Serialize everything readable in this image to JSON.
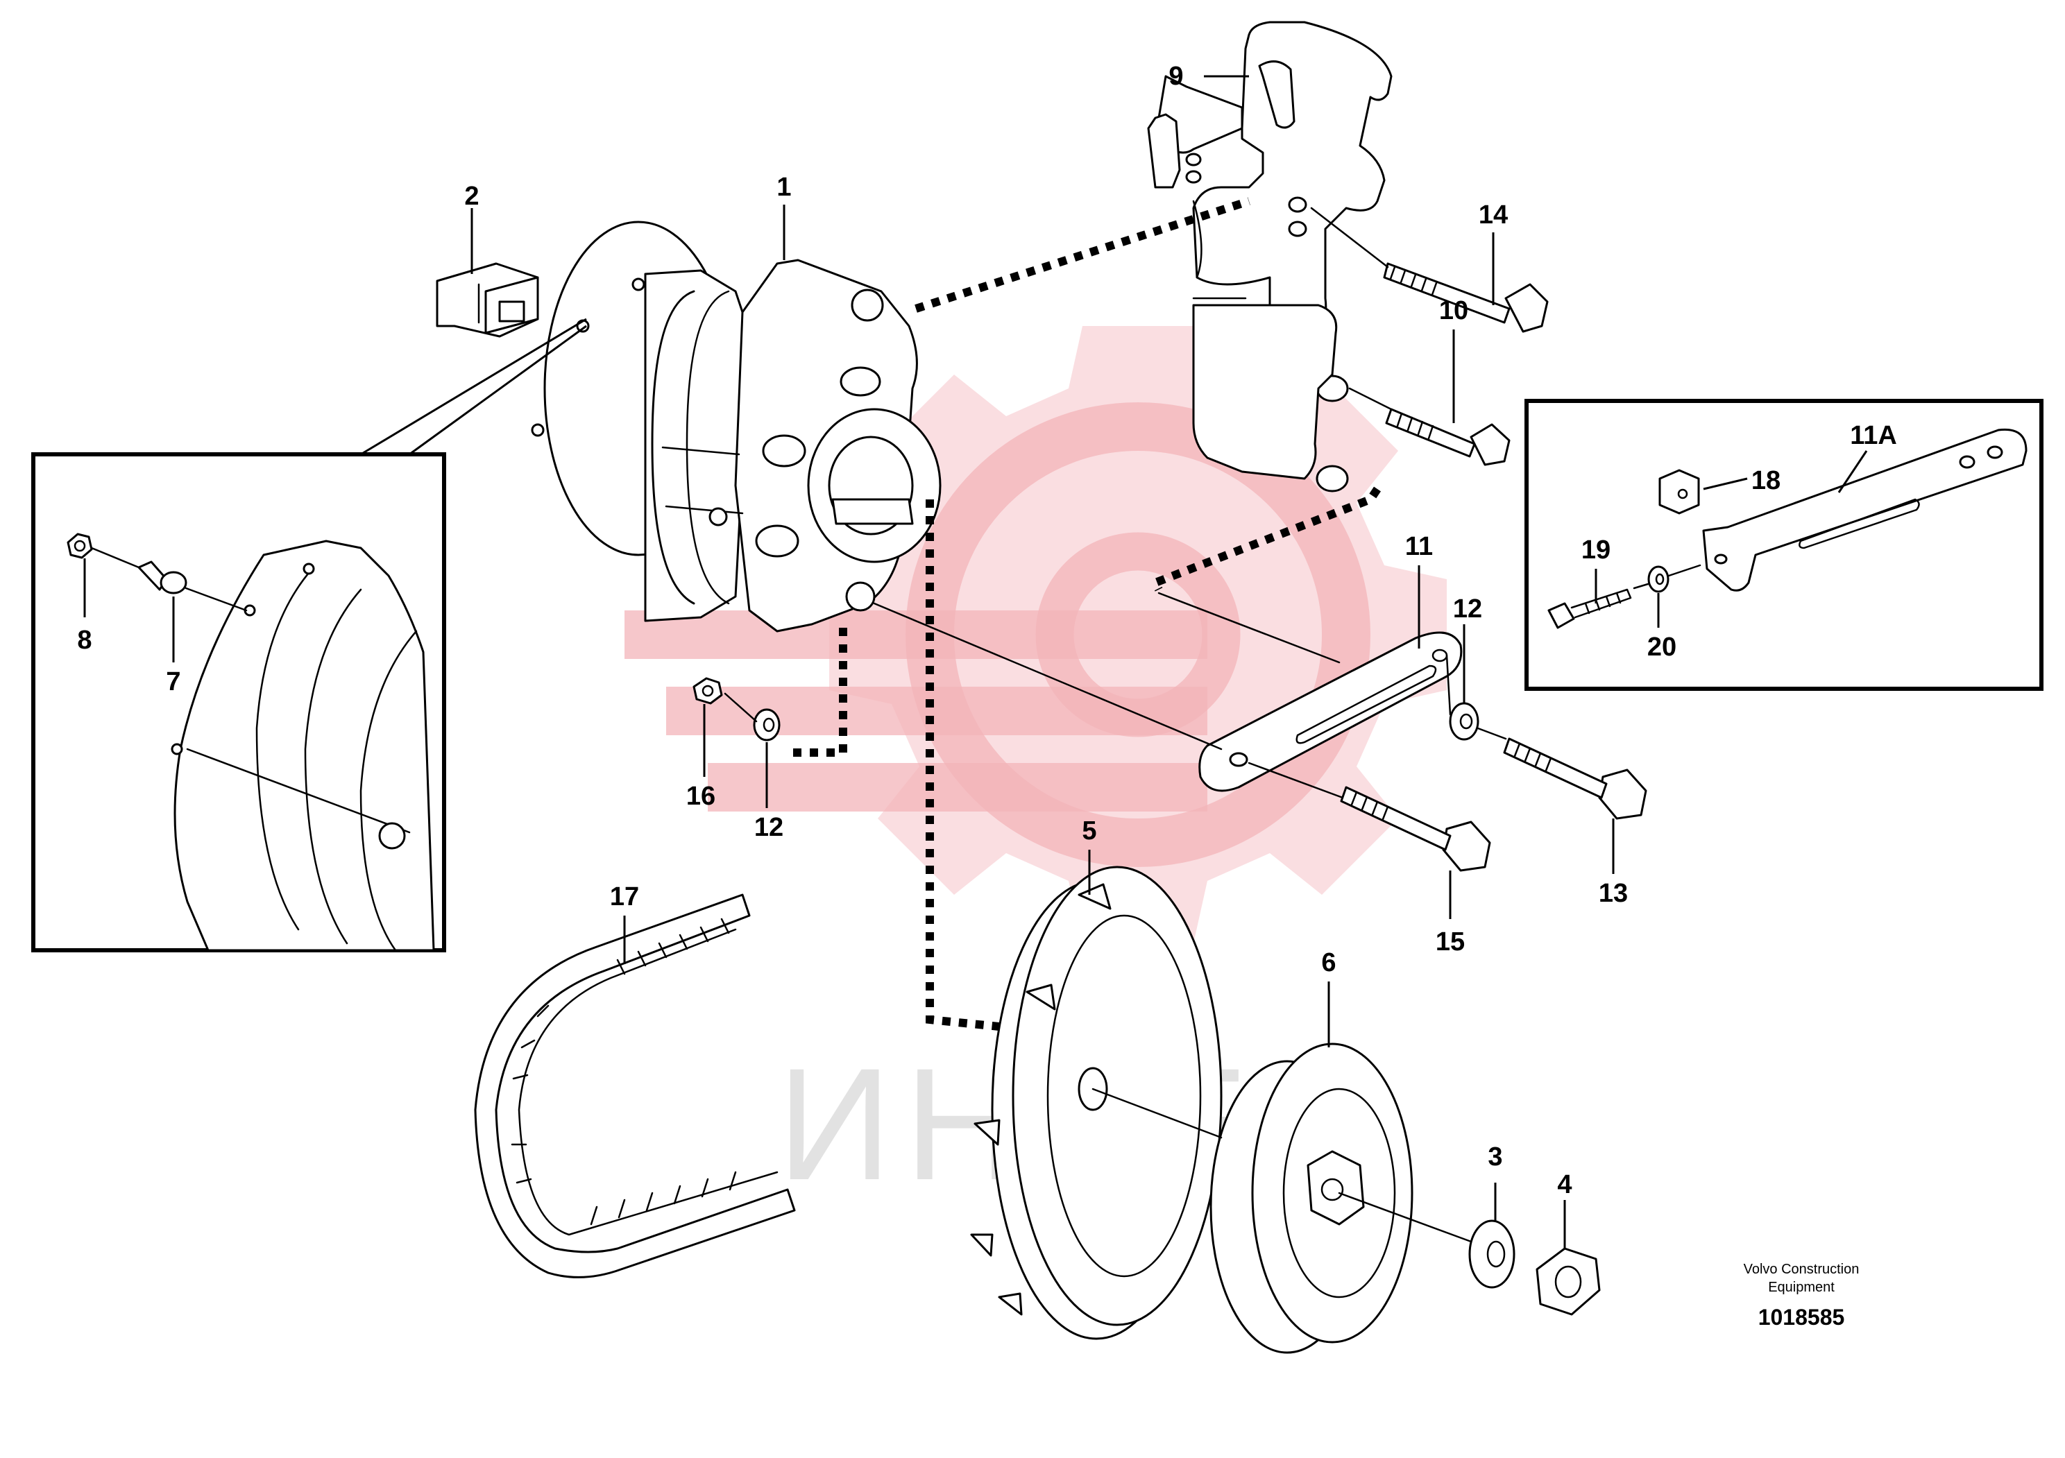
{
  "diagram": {
    "callouts": [
      "1",
      "2",
      "3",
      "4",
      "5",
      "6",
      "7",
      "8",
      "9",
      "10",
      "11",
      "11A",
      "12",
      "12",
      "13",
      "14",
      "15",
      "16",
      "17",
      "18",
      "19",
      "20"
    ],
    "footer": {
      "company_line1": "Volvo Construction",
      "company_line2": "Equipment",
      "drawing_number": "1018585"
    },
    "watermark": {
      "text": "ИНТЕХ",
      "logo_color": "#f5b8bd",
      "text_color": "#e2e2e2"
    }
  }
}
